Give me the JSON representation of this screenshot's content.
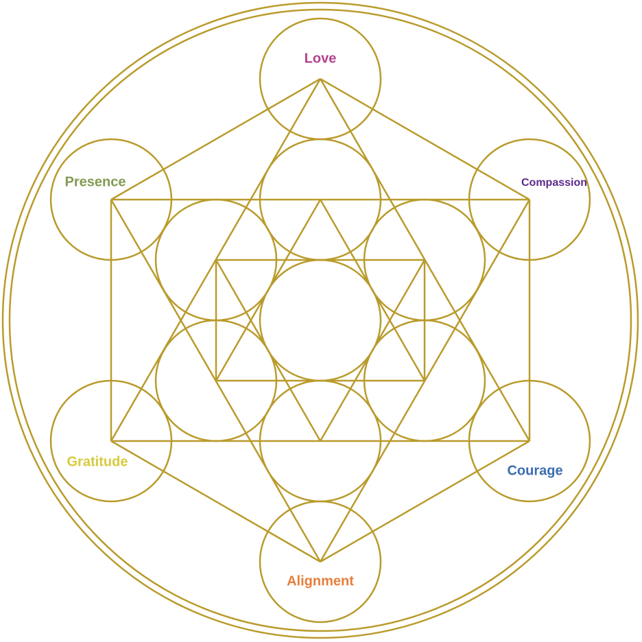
{
  "line_color": "#b99b2c",
  "labels": [
    {
      "id": "love",
      "text": "Love",
      "color": "#b2408c"
    },
    {
      "id": "presence",
      "text": "Presence",
      "color": "#829a52"
    },
    {
      "id": "compassion",
      "text": "Compassion",
      "color": "#5a2a8c"
    },
    {
      "id": "gratitude",
      "text": "Gratitude",
      "color": "#d6cb3e"
    },
    {
      "id": "courage",
      "text": "Courage",
      "color": "#3b6db0"
    },
    {
      "id": "alignment",
      "text": "Alignment",
      "color": "#e57f3c"
    }
  ]
}
